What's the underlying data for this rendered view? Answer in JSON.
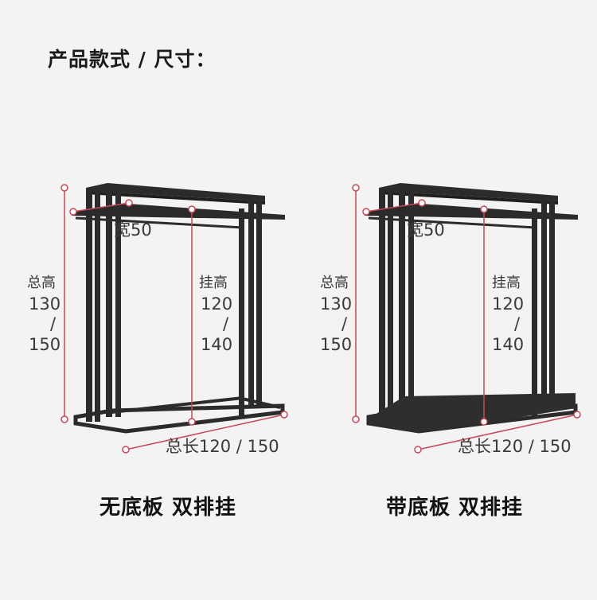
{
  "title": "产品款式 / 尺寸：",
  "racks": [
    {
      "caption": "无底板 双排挂",
      "width_label": "宽50",
      "total_height": {
        "label": "总高",
        "value_a": "130",
        "sep": "/",
        "value_b": "150"
      },
      "hanging_height": {
        "label": "挂高",
        "value_a": "120",
        "sep": "/",
        "value_b": "140"
      },
      "total_length_label": "总长120 / 150",
      "has_base_board": false
    },
    {
      "caption": "带底板 双排挂",
      "width_label": "宽50",
      "total_height": {
        "label": "总高",
        "value_a": "130",
        "sep": "/",
        "value_b": "150"
      },
      "hanging_height": {
        "label": "挂高",
        "value_a": "120",
        "sep": "/",
        "value_b": "140"
      },
      "total_length_label": "总长120 / 150",
      "has_base_board": true
    }
  ],
  "colors": {
    "frame": "#2b2b2b",
    "dimension_line": "#c8485a",
    "background": "#f3f3f3"
  }
}
